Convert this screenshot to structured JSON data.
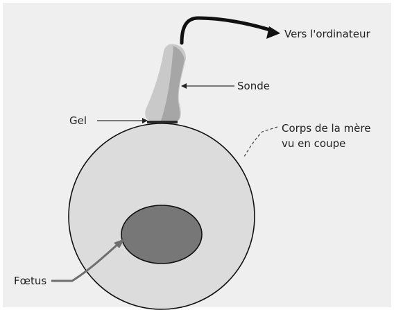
{
  "labels": {
    "computer": "Vers l'ordinateur",
    "probe": "Sonde",
    "gel": "Gel",
    "body_line1": "Corps de la mère",
    "body_line2": "vu en coupe",
    "fetus": "Fœtus"
  },
  "colors": {
    "panel_background": "#efeff0",
    "body_fill": "#dcdcdc",
    "fetus_fill": "#777777",
    "probe_light": "#c9c9c9",
    "probe_dark": "#a6a6a6",
    "outline": "#111111",
    "leader_line": "#444444",
    "fetus_arrow": "#6e6e6e"
  }
}
